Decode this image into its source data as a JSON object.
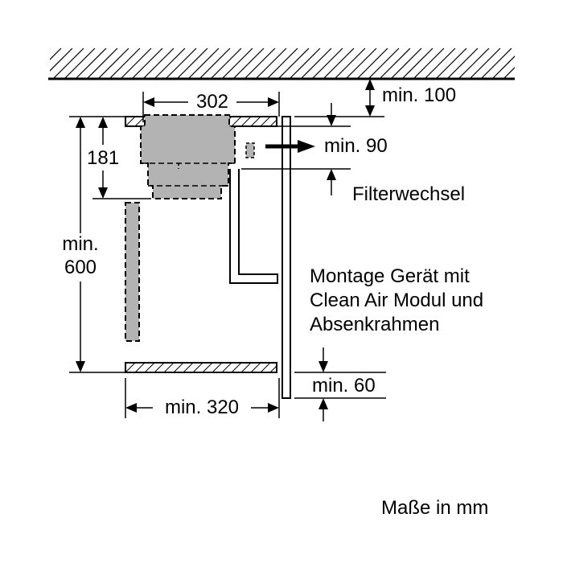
{
  "colors": {
    "line": "#000000",
    "module_fill": "#b3b3b3",
    "background": "#ffffff"
  },
  "dimensions": {
    "top_width": "302",
    "ceiling_gap": "min. 100",
    "exhaust_gap": "min. 90",
    "module_height": "181",
    "cabinet_height_line1": "min.",
    "cabinet_height_line2": "600",
    "filter_change": "Filterwechsel",
    "bottom_gap": "min. 60",
    "cabinet_depth": "min. 320"
  },
  "note": {
    "line1": "Montage Gerät mit",
    "line2": "Clean Air Modul und",
    "line3": "Absenkrahmen"
  },
  "units_label": "Maße in mm"
}
